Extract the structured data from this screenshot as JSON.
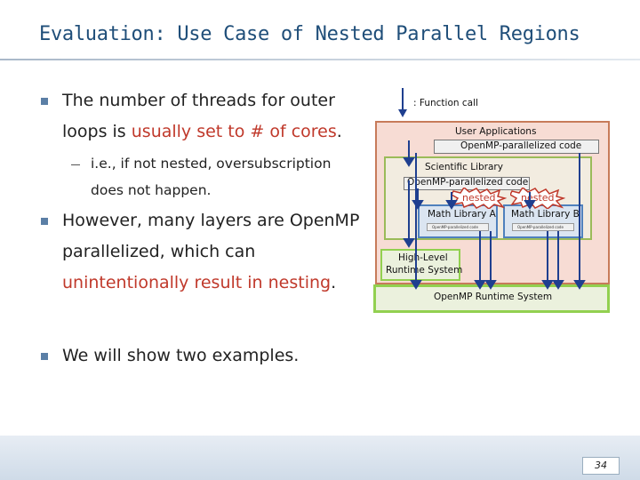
{
  "slide": {
    "title": "Evaluation: Use Case of Nested Parallel Regions",
    "page_number": "34"
  },
  "bullets": {
    "b1_line1": "The number of threads for outer",
    "b1_line2_pre": "loops is ",
    "b1_line2_red": "usually set to # of cores",
    "b1_line2_post": ".",
    "sub1_line1": "i.e., if not nested, oversubscription",
    "sub1_line2": "does not happen.",
    "b2_line1": "However, many layers are OpenMP",
    "b2_line2": "parallelized, which can",
    "b2_line3_red": "unintentionally result in nesting",
    "b2_line3_post": ".",
    "b3": "We will show two examples."
  },
  "diagram": {
    "legend": ": Function call",
    "user_apps": "User Applications",
    "openmp_code_1": "OpenMP-parallelized code",
    "sci_lib": "Scientific Library",
    "openmp_code_2": "OpenMP-parallelized code",
    "nested_1": "nested",
    "nested_2": "nested",
    "math_a": "Math Library A",
    "math_b": "Math Library B",
    "math_a_code": "OpenMP-parallelized code",
    "math_b_code": "OpenMP-parallelized code",
    "high_level_1": "High-Level",
    "high_level_2": "Runtime System",
    "runtime": "OpenMP Runtime System"
  },
  "colors": {
    "title": "#1f4e79",
    "accent_red": "#c0392b",
    "user_apps_fill": "#f7dcd4",
    "user_apps_border": "#c77b5a",
    "sci_lib_fill": "#f2ece0",
    "sci_lib_border": "#9bbb59",
    "math_fill": "#dbe5f1",
    "math_border": "#4f81bd",
    "runtime_fill": "#ebf1dd",
    "runtime_border": "#92d050",
    "arrow": "#1f3f8f"
  }
}
